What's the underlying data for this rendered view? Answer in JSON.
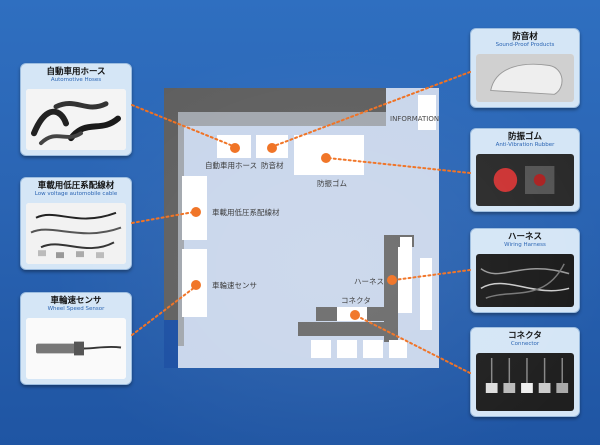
{
  "booth": {
    "information_label": "INFORMATION",
    "zones": {
      "hoses": "自動車用ホース",
      "soundproof": "防音材",
      "antivib": "防振ゴム",
      "lowvolt": "車載用低圧系配線材",
      "speed": "車輪速センサ",
      "harness": "ハーネス",
      "connector": "コネクタ"
    }
  },
  "products": [
    {
      "id": "hoses",
      "jp": "自動車用ホース",
      "en": "Automotive Hoses"
    },
    {
      "id": "lowvolt",
      "jp": "車載用低圧系配線材",
      "en": "Low voltage automobile cable"
    },
    {
      "id": "speed",
      "jp": "車輪速センサ",
      "en": "Wheel Speed Sensor"
    },
    {
      "id": "soundproof",
      "jp": "防音材",
      "en": "Sound-Proof Products"
    },
    {
      "id": "antivib",
      "jp": "防振ゴム",
      "en": "Anti-Vibration Rubber"
    },
    {
      "id": "harness",
      "jp": "ハーネス",
      "en": "Wiring Harness"
    },
    {
      "id": "connector",
      "jp": "コネクタ",
      "en": "Connector"
    }
  ],
  "colors": {
    "background": "#2a64b3",
    "card": "#d5e6f6",
    "marker": "#f07020",
    "floor": "#c9d6eb",
    "wall": "#5f5f5f"
  }
}
